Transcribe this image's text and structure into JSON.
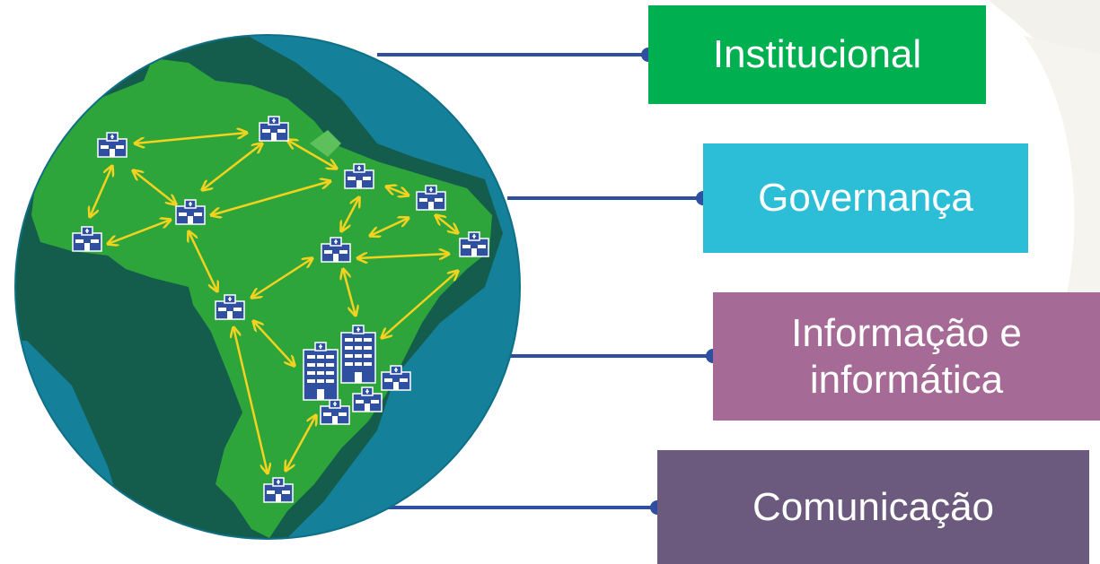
{
  "colors": {
    "ocean": "#14809a",
    "ocean_edge": "#0f6f86",
    "land_dark": "#145c4c",
    "brazil": "#2ea53a",
    "arrow": "#f4d21f",
    "hospital": "#2f4fa0",
    "connector": "#2f4fa0"
  },
  "icons": {
    "globe": "globe-icon",
    "hospital": "hospital-icon",
    "arrow": "double-arrow-icon"
  },
  "categories": [
    {
      "id": "institucional",
      "label": "Institucional",
      "color": "#00b050"
    },
    {
      "id": "governanca",
      "label": "Governança",
      "color": "#2bbed6"
    },
    {
      "id": "informacao",
      "label": "Informação e informática",
      "color": "#a56a95"
    },
    {
      "id": "comunicacao",
      "label": "Comunicação",
      "color": "#6b5a7e"
    }
  ]
}
